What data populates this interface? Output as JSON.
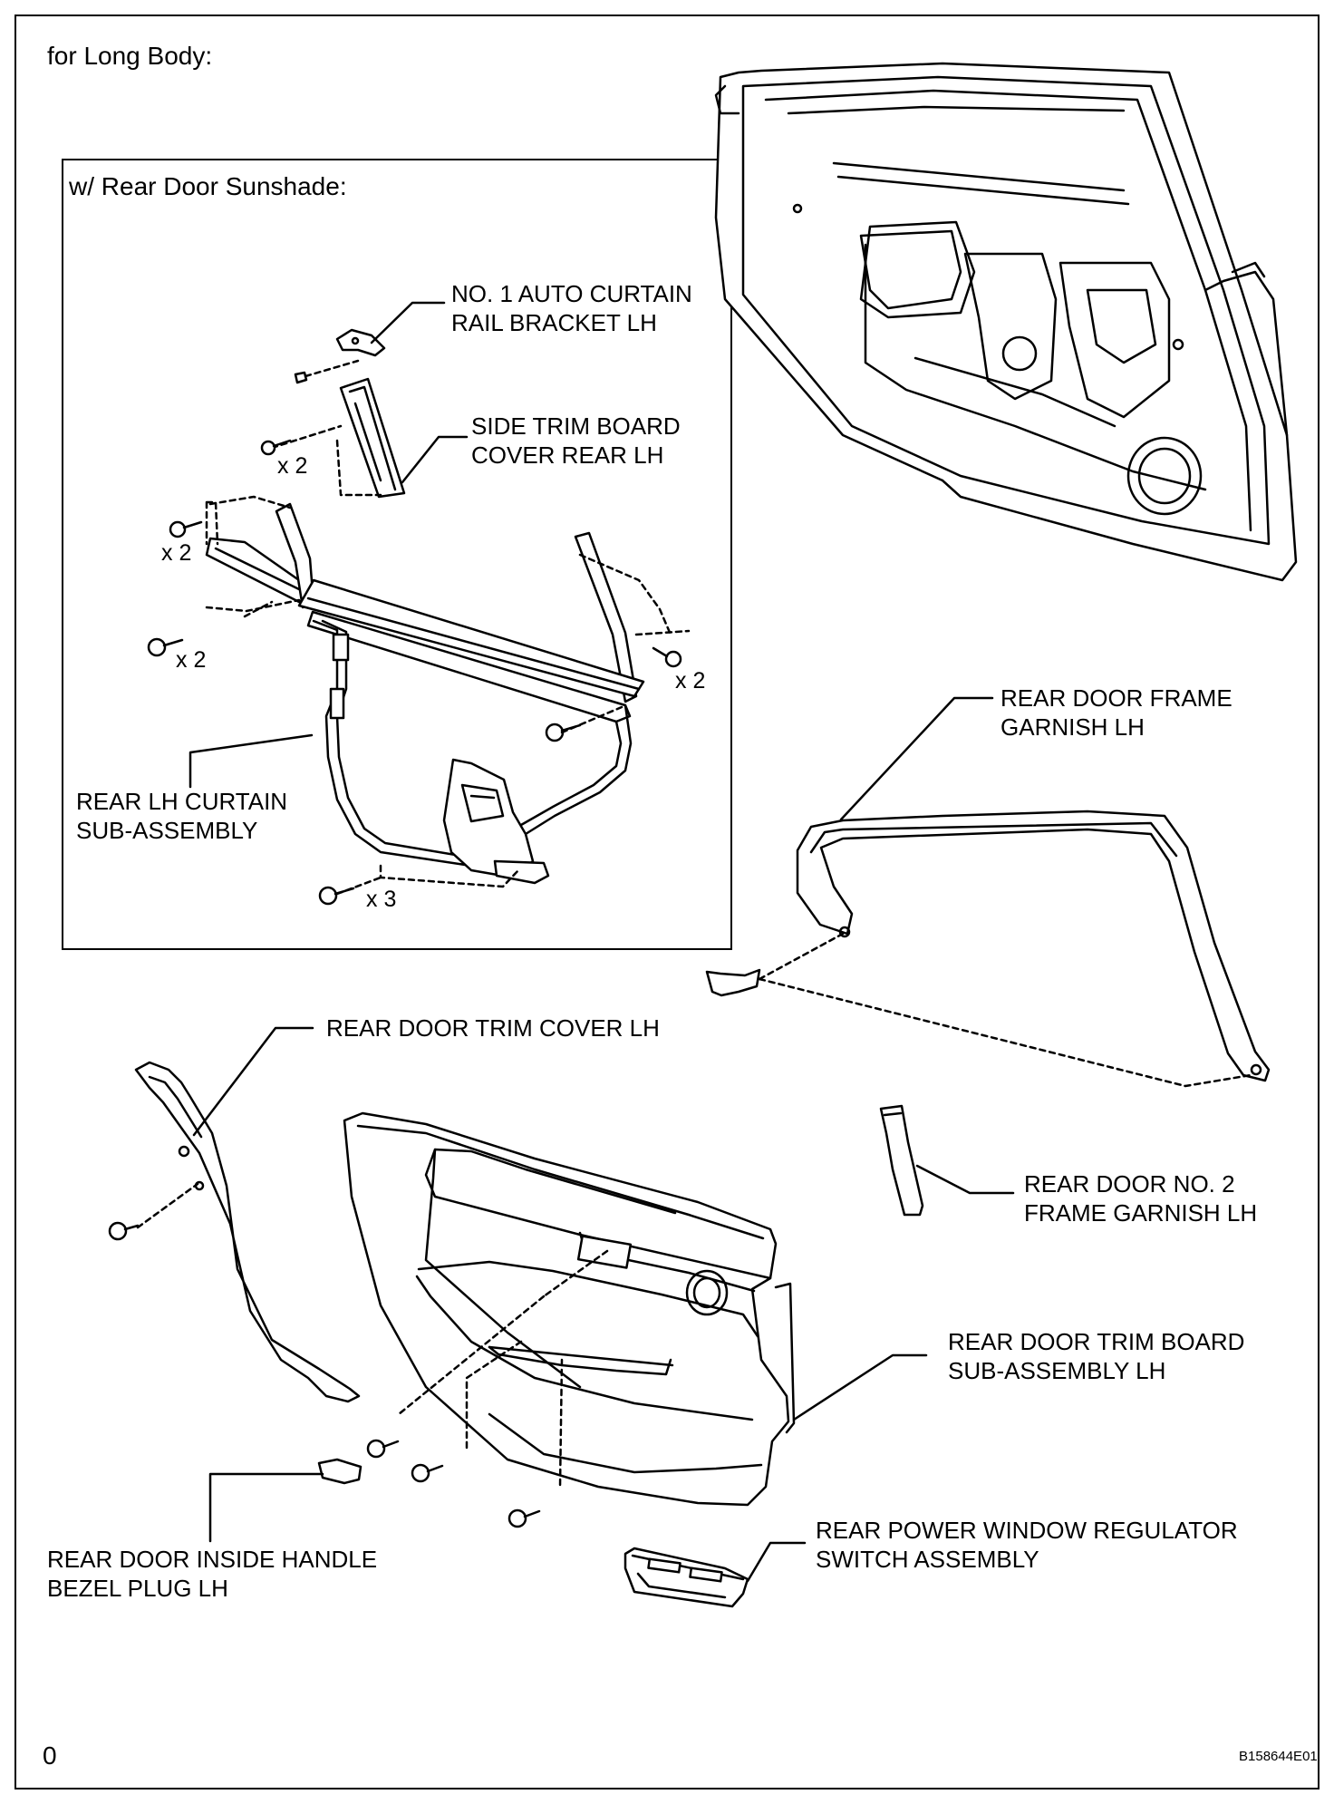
{
  "header": "for Long Body:",
  "inset_title": "w/ Rear Door Sunshade:",
  "labels": {
    "bracket": [
      "NO. 1 AUTO CURTAIN",
      "RAIL BRACKET LH"
    ],
    "side_trim": [
      "SIDE TRIM BOARD",
      "COVER REAR LH"
    ],
    "curtain": [
      "REAR LH CURTAIN",
      "SUB-ASSEMBLY"
    ],
    "frame_garnish": [
      "REAR DOOR FRAME",
      "GARNISH LH"
    ],
    "trim_cover": [
      "REAR DOOR TRIM COVER LH"
    ],
    "no2_garnish": [
      "REAR DOOR NO. 2",
      "FRAME GARNISH LH"
    ],
    "trim_board": [
      "REAR DOOR TRIM BOARD",
      "SUB-ASSEMBLY LH"
    ],
    "bezel_plug": [
      "REAR DOOR INSIDE HANDLE",
      "BEZEL PLUG LH"
    ],
    "switch": [
      "REAR POWER WINDOW REGULATOR",
      "SWITCH ASSEMBLY"
    ]
  },
  "counts": {
    "c1": "x 2",
    "c2": "x 2",
    "c3": "x 2",
    "c4": "x 2",
    "c5": "x 3"
  },
  "page_number": "0",
  "figure_id": "B158644E01"
}
